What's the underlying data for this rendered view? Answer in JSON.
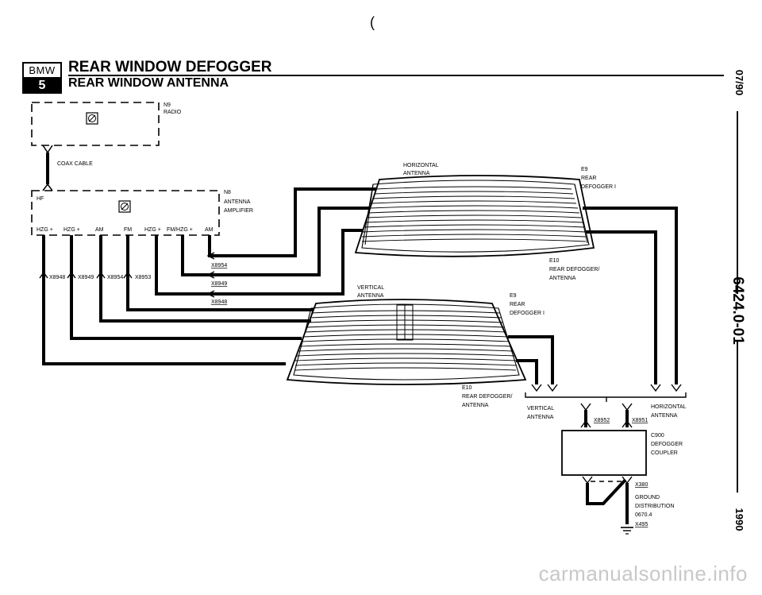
{
  "header": {
    "logo_top": "BMW",
    "logo_bottom": "5",
    "title": "REAR WINDOW DEFOGGER",
    "subtitle": "REAR WINDOW ANTENNA",
    "margin_mark": "("
  },
  "side": {
    "date": "07/90",
    "code": "6424.0-01",
    "year": "1990"
  },
  "components": {
    "radio": {
      "ref": "N9",
      "name": "RADIO"
    },
    "coax": "COAX CABLE",
    "amplifier": {
      "ref": "N8",
      "name1": "ANTENNA",
      "name2": "AMPLIFIER",
      "hf": "HF"
    },
    "amp_pins": [
      "HZG +",
      "HZG +",
      "AM",
      "FM",
      "HZG +",
      "FM/HZG +",
      "AM"
    ],
    "connectors": [
      "X8948",
      "X8949",
      "X8954",
      "X8953",
      "X8954",
      "X8949",
      "X8948"
    ],
    "upper_window": {
      "antenna_label1": "HORIZONTAL",
      "antenna_label2": "ANTENNA",
      "e9_ref": "E9",
      "e9_name1": "REAR",
      "e9_name2": "DEFOGGER I",
      "e10_ref": "E10",
      "e10_name1": "REAR DEFOGGER/",
      "e10_name2": "ANTENNA"
    },
    "lower_window": {
      "antenna_label1": "VERTICAL",
      "antenna_label2": "ANTENNA",
      "e9_ref": "E9",
      "e9_name1": "REAR",
      "e9_name2": "DEFOGGER I",
      "e10_ref": "E10",
      "e10_name1": "REAR DEFOGGER/",
      "e10_name2": "ANTENNA"
    },
    "coupler": {
      "vertical1": "VERTICAL",
      "vertical2": "ANTENNA",
      "horizontal1": "HORIZONTAL",
      "horizontal2": "ANTENNA",
      "x_left": "X8952",
      "x_right": "X8951",
      "ref": "C900",
      "name1": "DEFOGGER",
      "name2": "COUPLER",
      "ground_conn": "X380",
      "ground1": "GROUND",
      "ground2": "DISTRIBUTION",
      "ground_ref": "0670.4",
      "ground_x": "X495"
    }
  },
  "watermark": "carmanualsonline.info"
}
